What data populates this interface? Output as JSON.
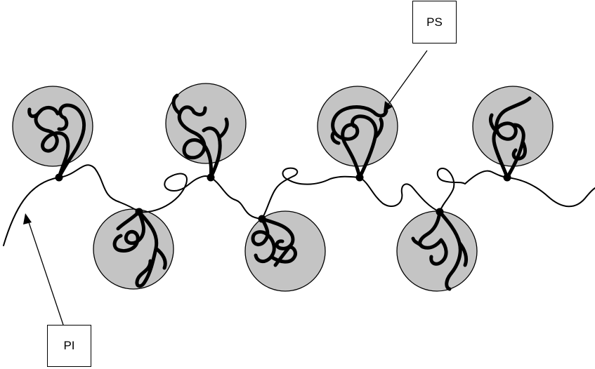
{
  "labels": {
    "ps": "PS",
    "pi": "PI"
  },
  "colors": {
    "globule_fill": "#c4c4c4",
    "line": "#000000",
    "background": "#ffffff"
  },
  "globule_count": 7
}
